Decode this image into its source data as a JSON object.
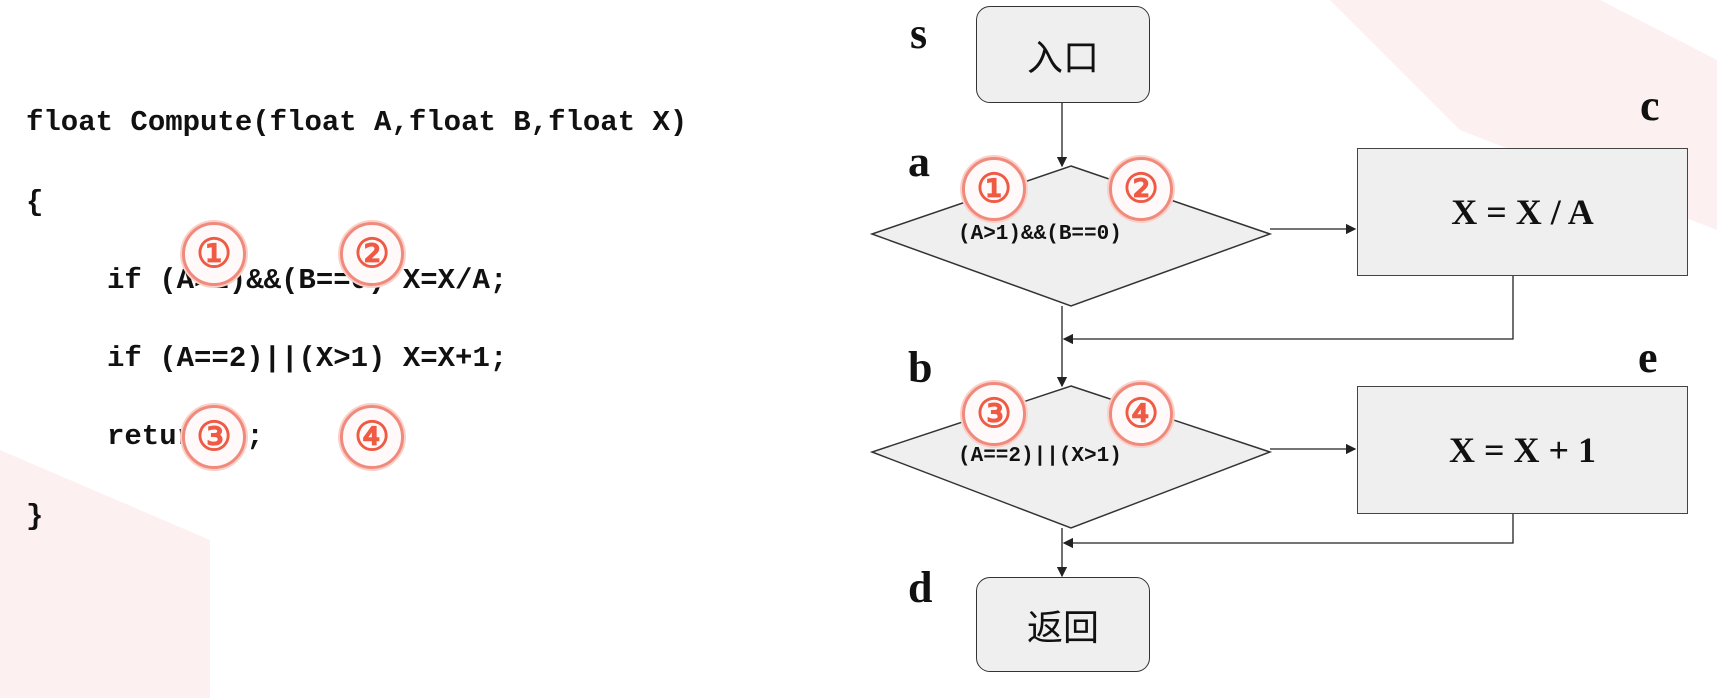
{
  "code": {
    "line1": "float Compute(float A,float B,float X)",
    "line2": "{",
    "line3": "if (A>1)&&(B==0) X=X/A;",
    "line4": "if (A==2)||(X>1) X=X+1;",
    "line5": "return X;",
    "line6": "}"
  },
  "markers": [
    "①",
    "②",
    "③",
    "④"
  ],
  "flowchart": {
    "node_labels": {
      "s": "s",
      "a": "a",
      "b": "b",
      "c": "c",
      "d": "d",
      "e": "e"
    },
    "entry": "入口",
    "exit": "返回",
    "cond1": "(A>1)&&(B==0)",
    "cond2": "(A==2)||(X>1)",
    "proc1": "X = X / A",
    "proc2": "X = X + 1"
  },
  "colors": {
    "marker": "#ef5a45",
    "shape_fill": "#efefef",
    "decor": "#fbe4e4"
  }
}
